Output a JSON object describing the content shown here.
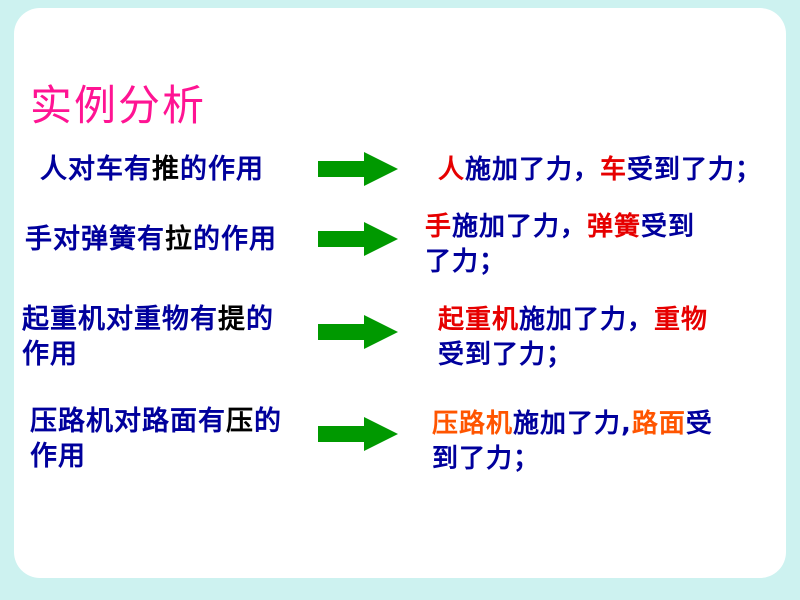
{
  "slide": {
    "title": "实例分析",
    "rows": [
      {
        "left": [
          {
            "t": "人对车有",
            "c": "blue"
          },
          {
            "t": "推",
            "c": "black"
          },
          {
            "t": "的作用",
            "c": "blue"
          }
        ],
        "right": [
          {
            "t": "人",
            "c": "red"
          },
          {
            "t": "施加了力，",
            "c": "blue"
          },
          {
            "t": "车",
            "c": "red"
          },
          {
            "t": "受到了力；",
            "c": "blue"
          }
        ]
      },
      {
        "left": [
          {
            "t": "手对弹簧有",
            "c": "blue"
          },
          {
            "t": "拉",
            "c": "black"
          },
          {
            "t": "的作用",
            "c": "blue"
          }
        ],
        "right": [
          {
            "t": "手",
            "c": "red"
          },
          {
            "t": "施加了力，",
            "c": "blue"
          },
          {
            "t": "弹簧",
            "c": "red"
          },
          {
            "t": "受到了力；",
            "c": "blue"
          }
        ]
      },
      {
        "left": [
          {
            "t": "起重机对重物有",
            "c": "blue"
          },
          {
            "t": "提",
            "c": "black"
          },
          {
            "t": "的作用",
            "c": "blue"
          }
        ],
        "right": [
          {
            "t": "起重机",
            "c": "red"
          },
          {
            "t": "施加了力，",
            "c": "blue"
          },
          {
            "t": "重物",
            "c": "red"
          },
          {
            "t": "受到了力；",
            "c": "blue"
          }
        ]
      },
      {
        "left": [
          {
            "t": "压路机对路面有",
            "c": "blue"
          },
          {
            "t": "压",
            "c": "black"
          },
          {
            "t": "的作用",
            "c": "blue"
          }
        ],
        "right": [
          {
            "t": "压路机",
            "c": "orange"
          },
          {
            "t": "施加了力,",
            "c": "blue"
          },
          {
            "t": "路面",
            "c": "orange"
          },
          {
            "t": "受到了力；",
            "c": "blue"
          }
        ]
      }
    ],
    "colors": {
      "title": "#FF1493",
      "blue": "#00009C",
      "red": "#E60000",
      "orange": "#FF5500",
      "black": "#000000",
      "arrow": "#009900",
      "frame": "#CDF2F0",
      "background": "#FFFFFF"
    }
  }
}
